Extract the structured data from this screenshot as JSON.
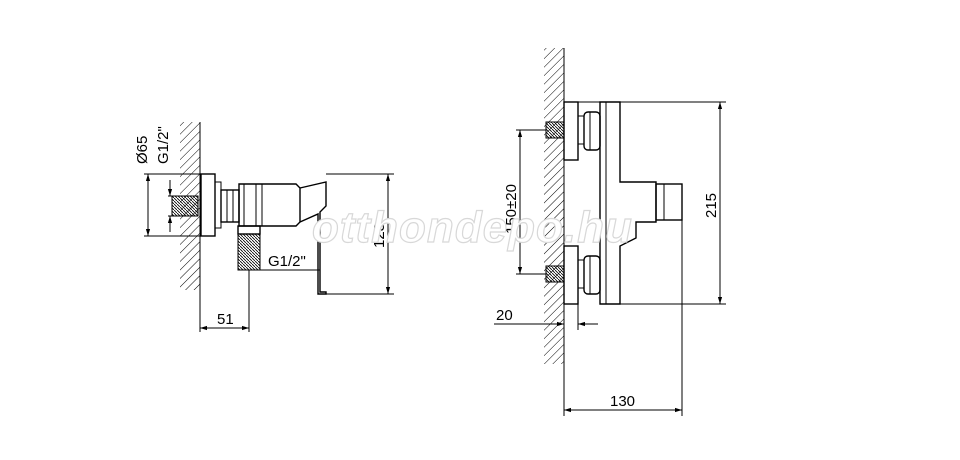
{
  "left_view": {
    "dim_diameter": "Ø65",
    "dim_thread_top": "G1/2\"",
    "dim_thread_outlet": "G1/2\"",
    "dim_height": "123",
    "dim_width": "51"
  },
  "right_view": {
    "dim_spacing": "150±20",
    "dim_height": "215",
    "dim_wall": "20",
    "dim_depth": "130"
  },
  "watermark": "otthondepo.hu",
  "colors": {
    "line": "#000000",
    "background": "#ffffff",
    "watermark_outline": "#d8d8d8"
  }
}
